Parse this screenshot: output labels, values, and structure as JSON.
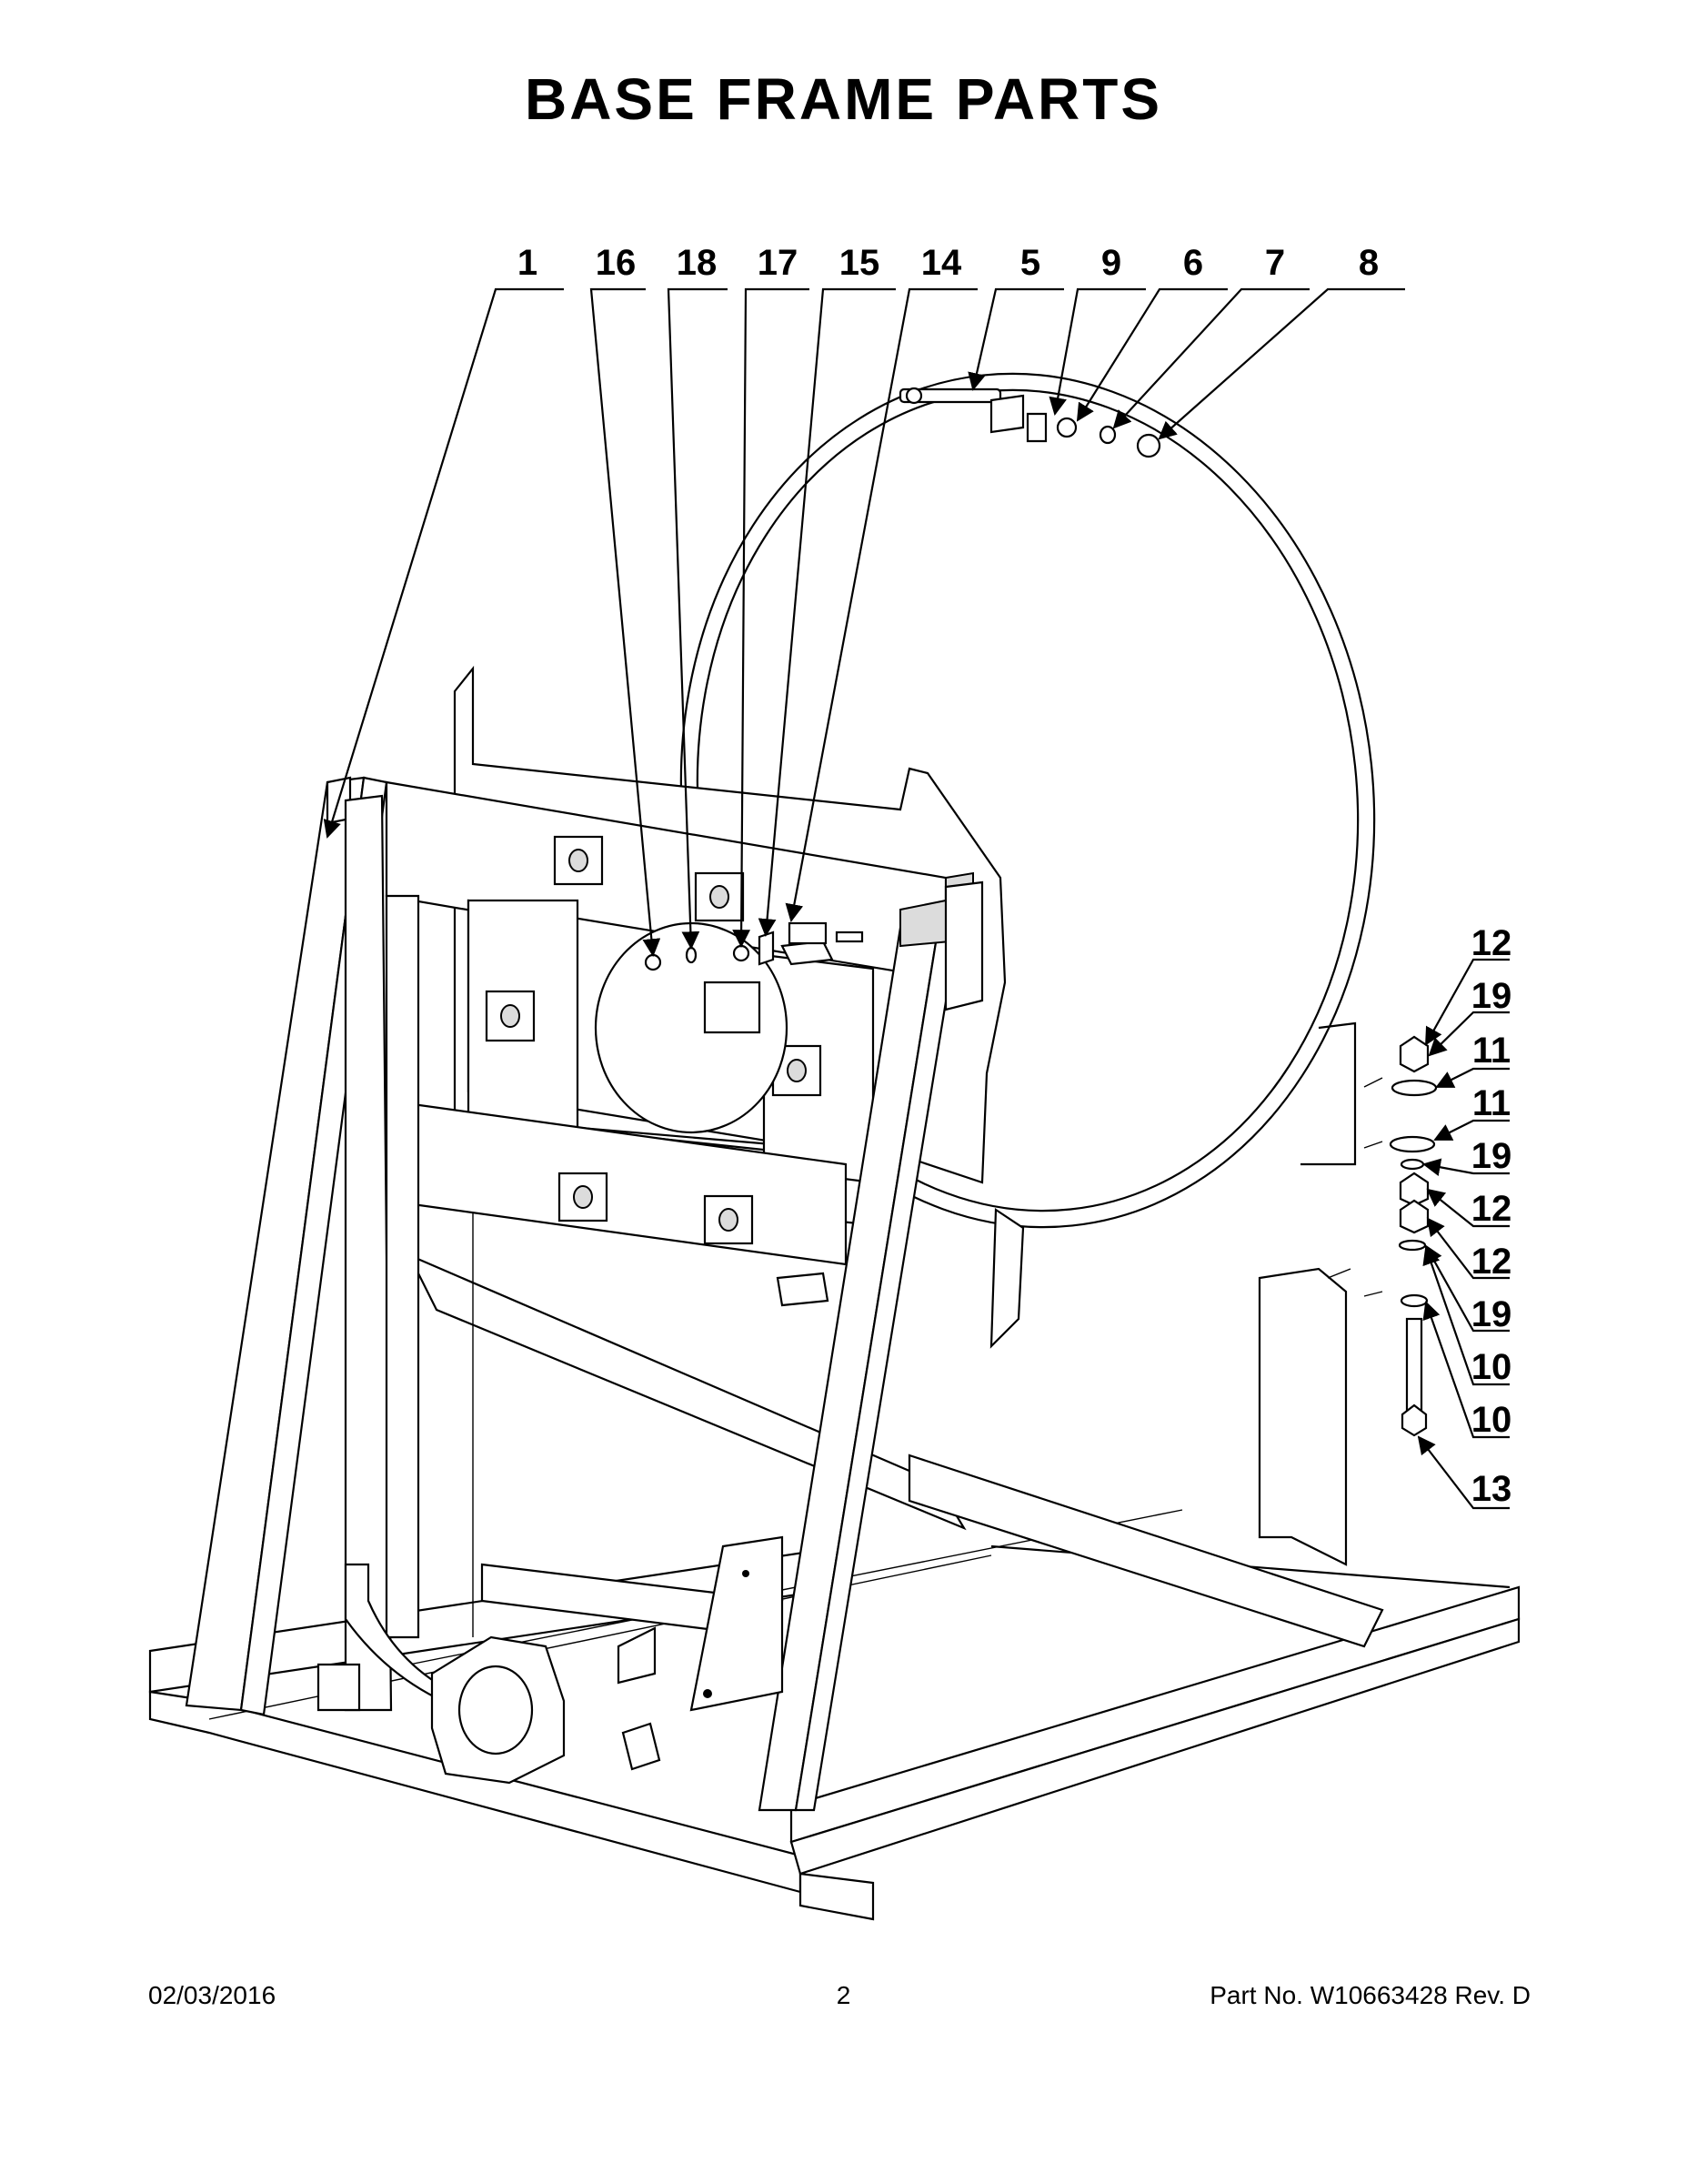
{
  "title": "BASE FRAME PARTS",
  "callouts_top": [
    "1",
    "16",
    "18",
    "17",
    "15",
    "14",
    "5",
    "9",
    "6",
    "7",
    "8"
  ],
  "callouts_right": [
    "12",
    "19",
    "11",
    "11",
    "19",
    "12",
    "12",
    "19",
    "10",
    "10",
    "13"
  ],
  "footer": {
    "date": "02/03/2016",
    "page": "2",
    "part_number": "Part No.  W10663428  Rev.  D"
  }
}
